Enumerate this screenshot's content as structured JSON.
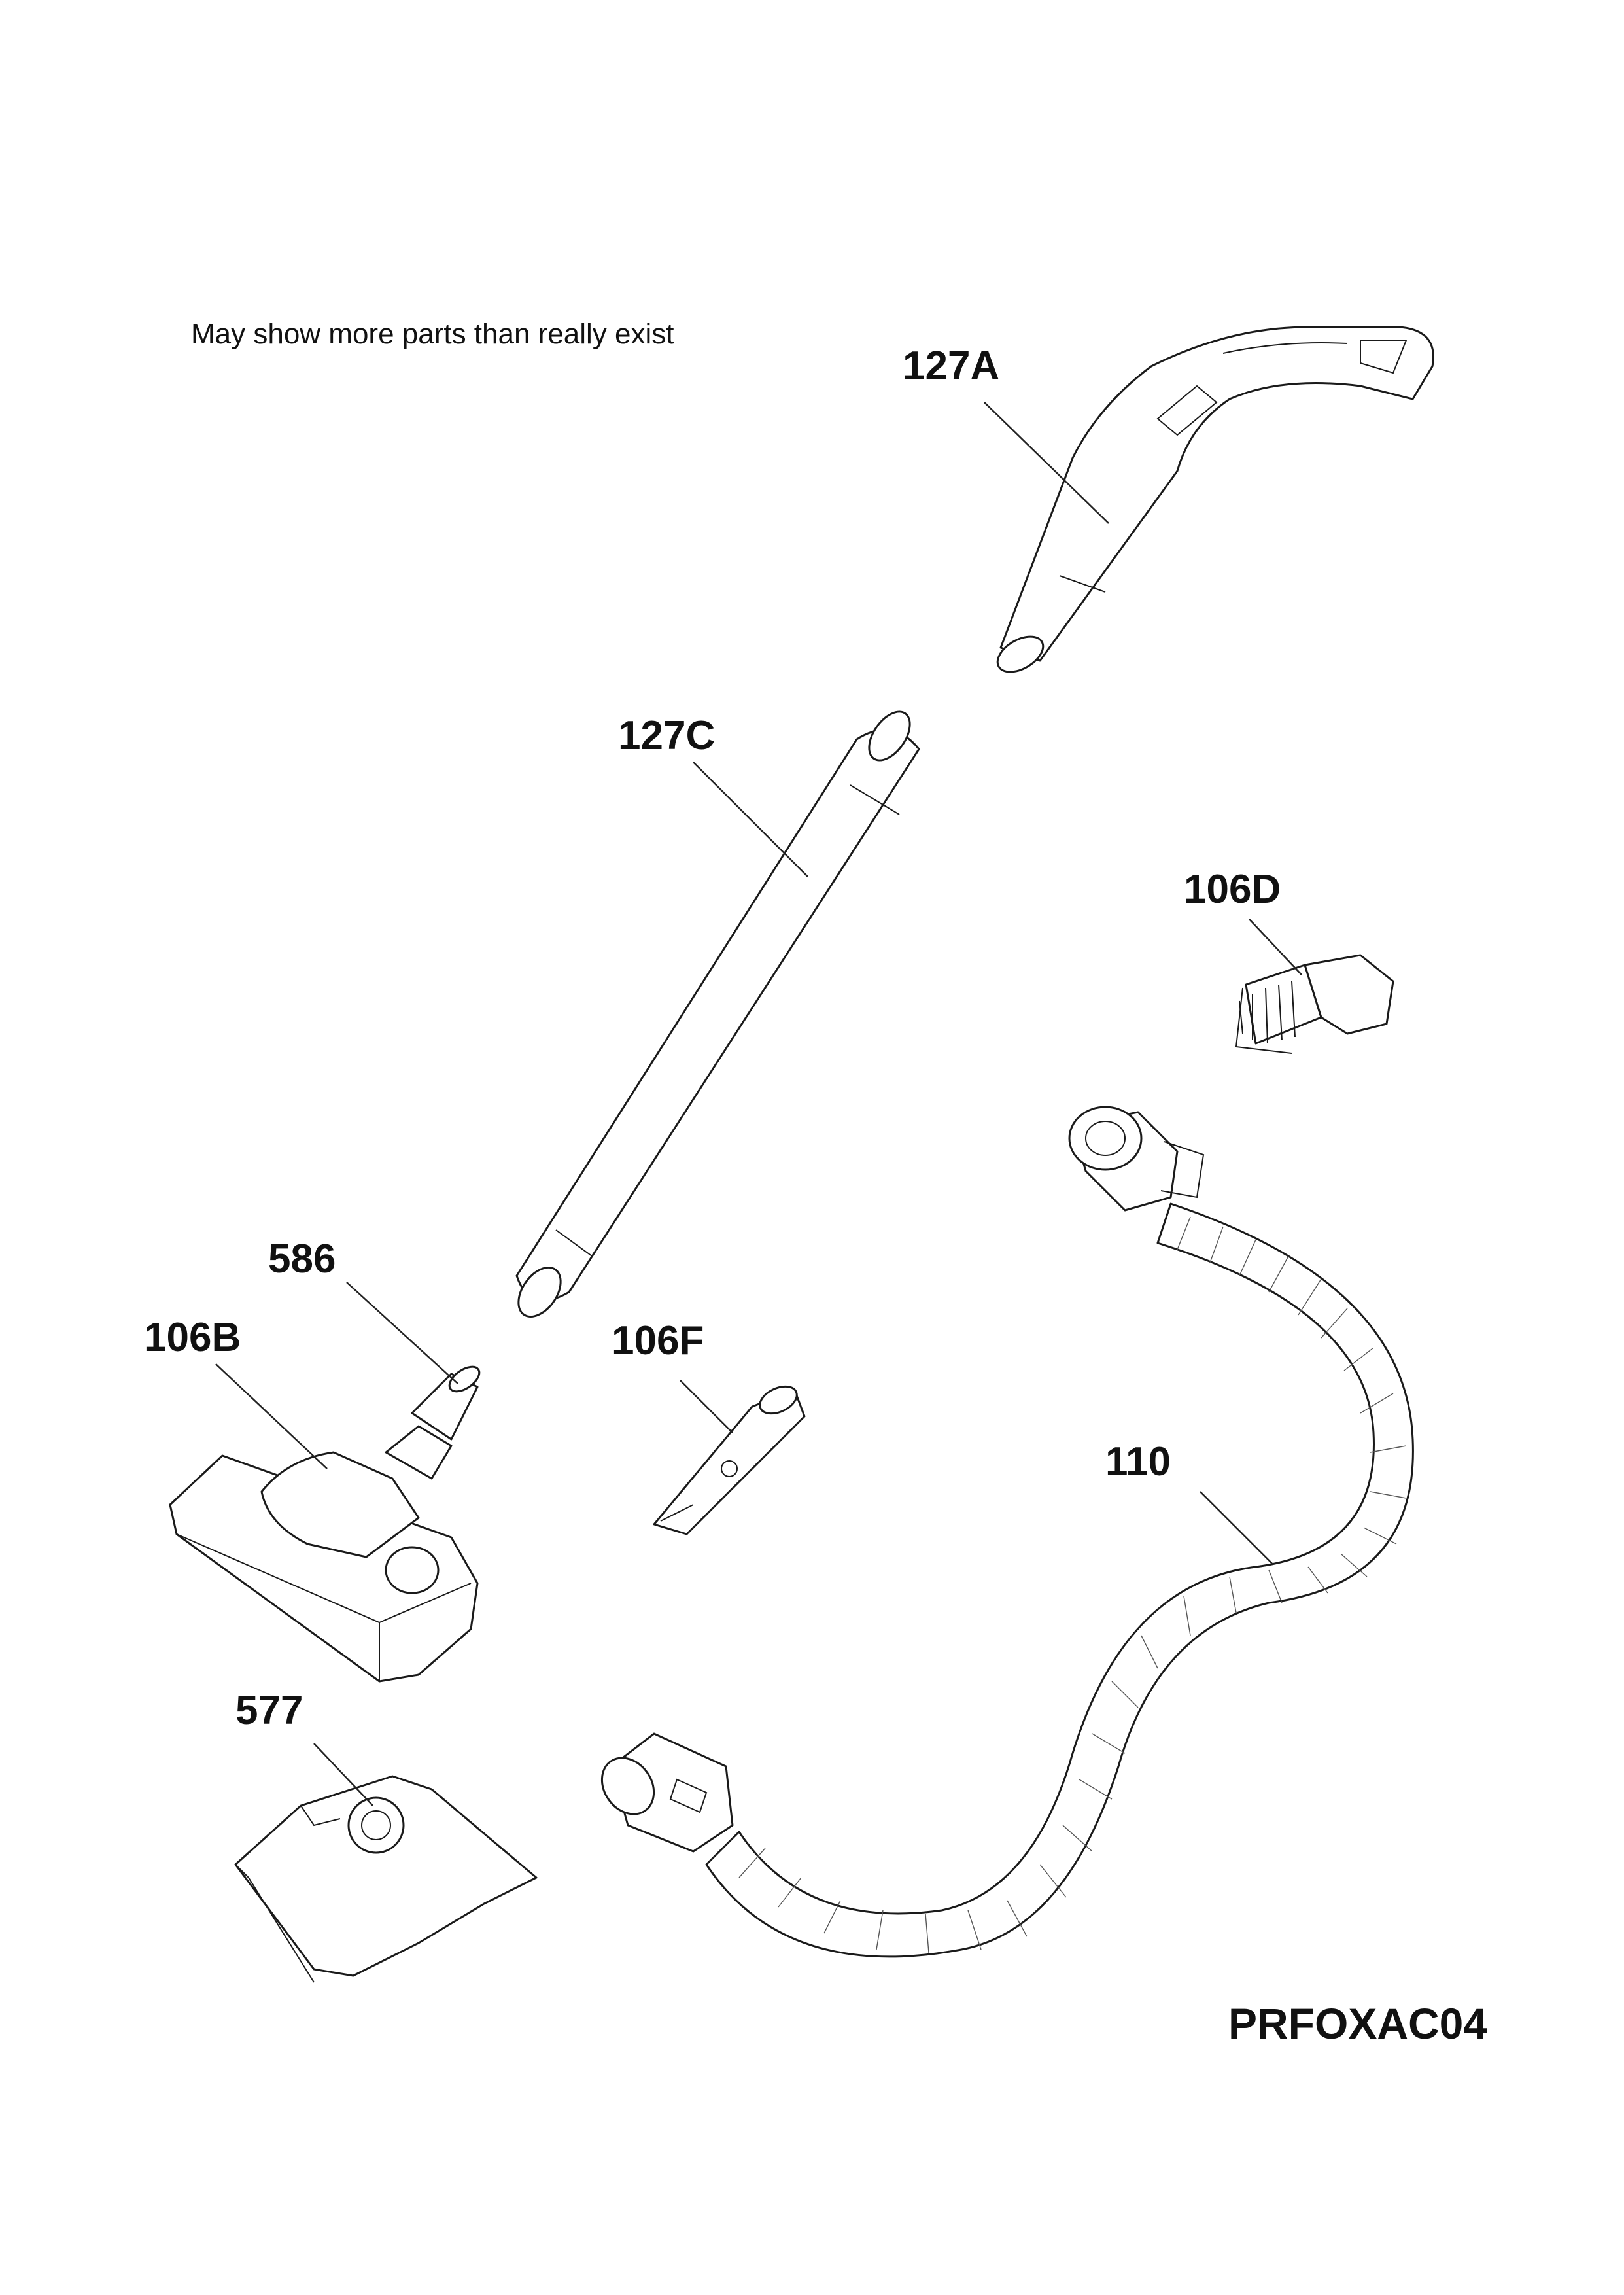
{
  "diagram": {
    "note": "May show more parts than really exist",
    "code": "PRFOXAC04",
    "parts": [
      {
        "label": "127A",
        "name": "handle tube"
      },
      {
        "label": "127C",
        "name": "extension tube"
      },
      {
        "label": "106D",
        "name": "dusting brush"
      },
      {
        "label": "586",
        "name": "nozzle connector"
      },
      {
        "label": "106B",
        "name": "floor nozzle"
      },
      {
        "label": "106F",
        "name": "crevice tool"
      },
      {
        "label": "110",
        "name": "hose"
      },
      {
        "label": "577",
        "name": "dust bag"
      }
    ]
  }
}
